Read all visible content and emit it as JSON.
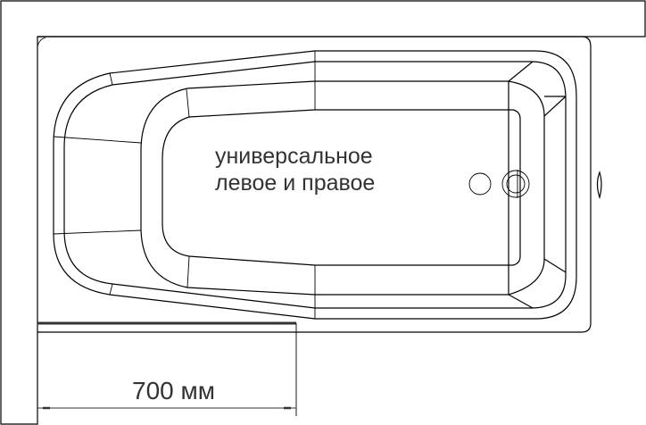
{
  "drawing": {
    "type": "bathtub plan view",
    "note": {
      "line1": "универсальное",
      "line2": "левое и правое"
    },
    "dimension": {
      "label": "700 мм",
      "value": 700,
      "unit": "мм"
    },
    "elements": {
      "wall_left": "wall",
      "wall_top": "wall",
      "drain": "drain-icon",
      "overflow": "overflow-icon",
      "faucet": "faucet-icon"
    },
    "colors": {
      "stroke": "#000000",
      "text": "#333333",
      "background": "#ffffff"
    }
  }
}
